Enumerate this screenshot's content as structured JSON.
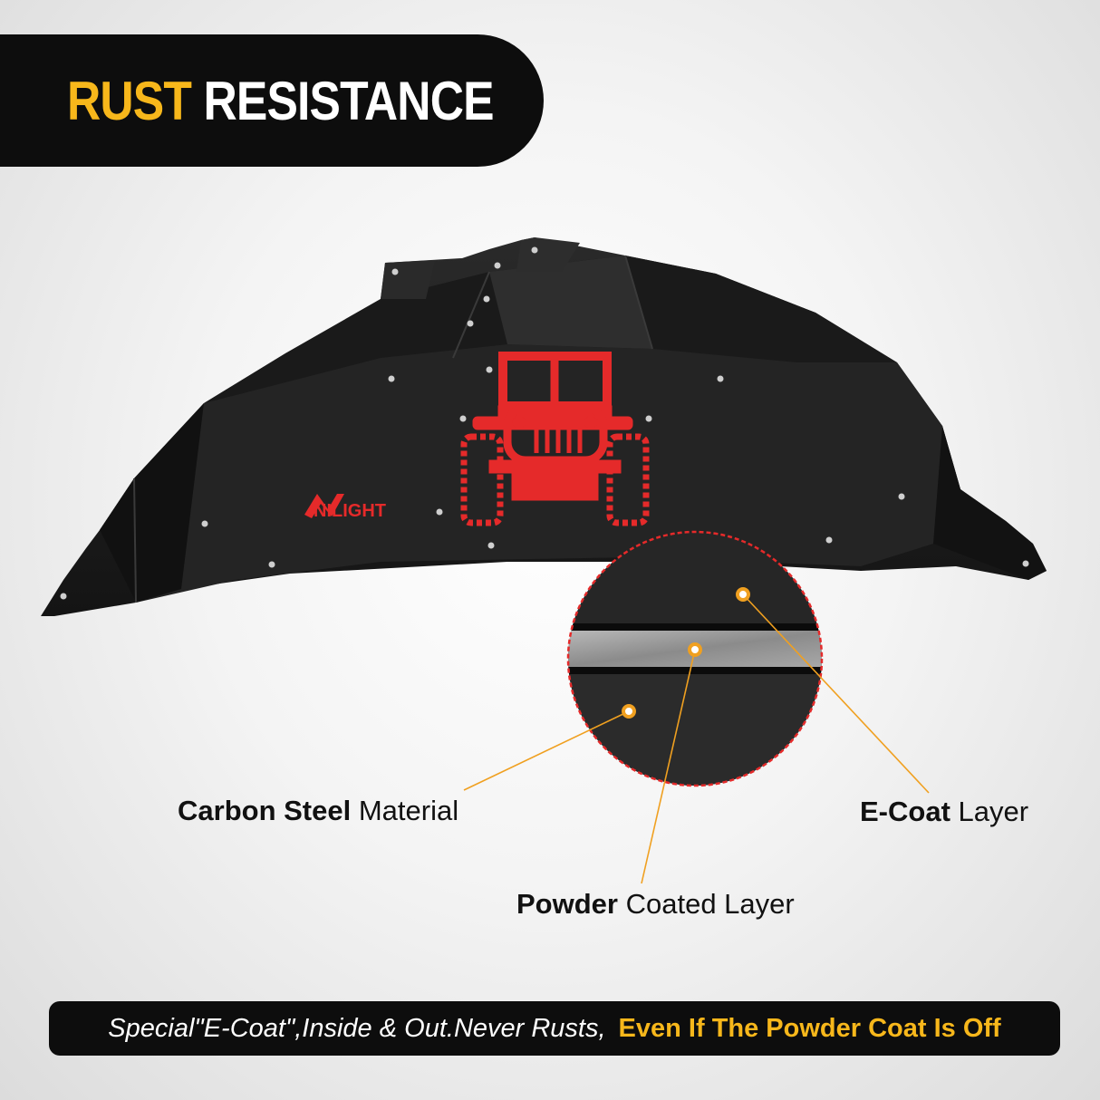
{
  "header": {
    "title_highlight": "RUST",
    "title_rest": "RESISTANCE",
    "highlight_color": "#f7b71b",
    "background_color": "#0d0d0d"
  },
  "product": {
    "brand_logo": "NILIGHT",
    "emblem_icon": "jeep-emblem-icon",
    "panel_color": "#1c1c1c",
    "emblem_color": "#e52a2a"
  },
  "callouts": [
    {
      "bold": "Carbon Steel",
      "rest": "Material"
    },
    {
      "bold": "E-Coat",
      "rest": "Layer"
    },
    {
      "bold": "Powder",
      "rest": "Coated Layer"
    }
  ],
  "callout_color": "#f0a020",
  "footer": {
    "italic_text": "Special\"E-Coat\",Inside & Out.Never Rusts,",
    "highlight_text": "Even If The Powder Coat Is Off"
  }
}
